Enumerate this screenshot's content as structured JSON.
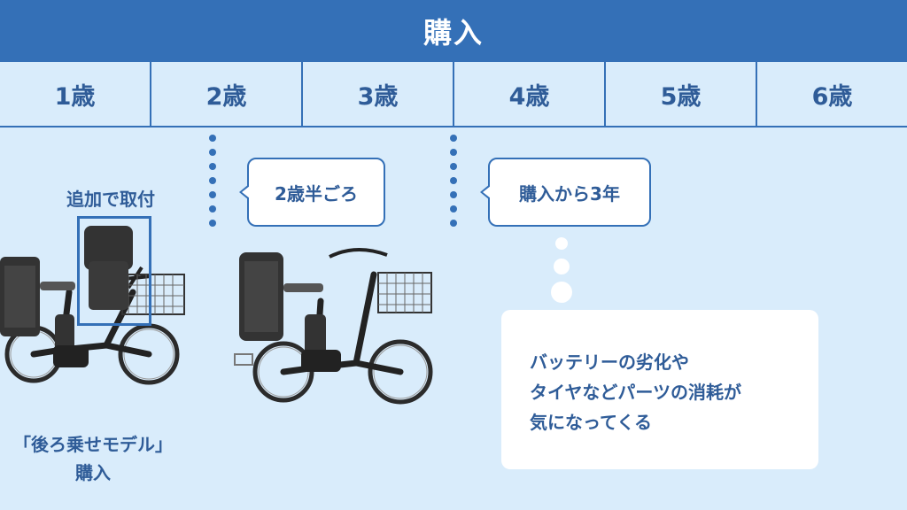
{
  "header": {
    "title": "購入"
  },
  "ages": [
    "1歳",
    "2歳",
    "3歳",
    "4歳",
    "5歳",
    "6歳"
  ],
  "left": {
    "caption_top": "追加で取付",
    "caption_bottom_1": "「後ろ乗せモデル」",
    "caption_bottom_2": "購入"
  },
  "bubble_1": "2歳半ごろ",
  "bubble_2": "購入から3年",
  "note": {
    "line1": "バッテリーの劣化や",
    "line2": "タイヤなどパーツの消耗が",
    "line3": "気になってくる"
  },
  "colors": {
    "primary": "#3470b7",
    "background": "#d9ecfb",
    "text": "#2f5c98"
  }
}
